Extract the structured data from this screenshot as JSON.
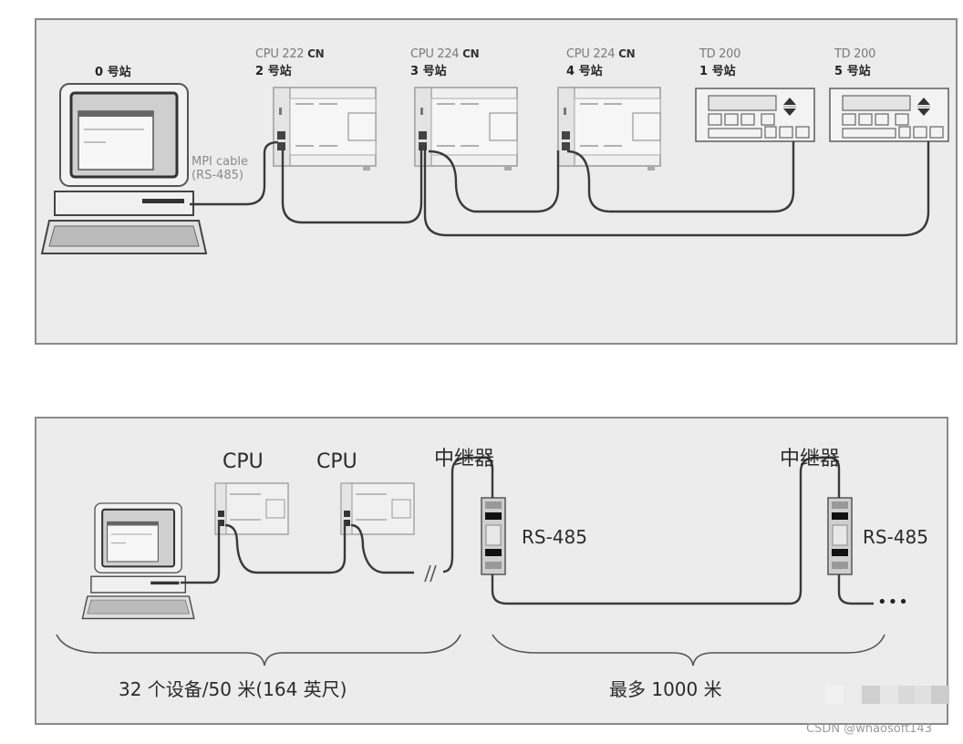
{
  "top_diagram": {
    "pc": {
      "station": "0 号站"
    },
    "cable_label": {
      "line1": "MPI cable",
      "line2": "(RS-485)"
    },
    "devices": [
      {
        "model": "CPU 222",
        "suffix": "CN",
        "station": "2 号站",
        "type": "plc"
      },
      {
        "model": "CPU 224",
        "suffix": "CN",
        "station": "3 号站",
        "type": "plc"
      },
      {
        "model": "CPU 224",
        "suffix": "CN",
        "station": "4 号站",
        "type": "plc"
      },
      {
        "model": "TD 200",
        "suffix": "",
        "station": "1 号站",
        "type": "text-display"
      },
      {
        "model": "TD 200",
        "suffix": "",
        "station": "5 号站",
        "type": "text-display"
      }
    ]
  },
  "bottom_diagram": {
    "cpu_labels": [
      "CPU",
      "CPU"
    ],
    "repeater_labels": [
      "中继器",
      "中继器"
    ],
    "repeater_types": [
      "RS-485",
      "RS-485"
    ],
    "continuation": "•••",
    "segment_left": "32 个设备/50 米(164 英尺)",
    "segment_right": "最多 1000 米"
  },
  "watermark": "CSDN @whaosoft143",
  "colors": {
    "panel_bg": "#ececec",
    "panel_border": "#8a8a8a",
    "cable": "#3a3a3a",
    "device_outline": "#777777"
  }
}
